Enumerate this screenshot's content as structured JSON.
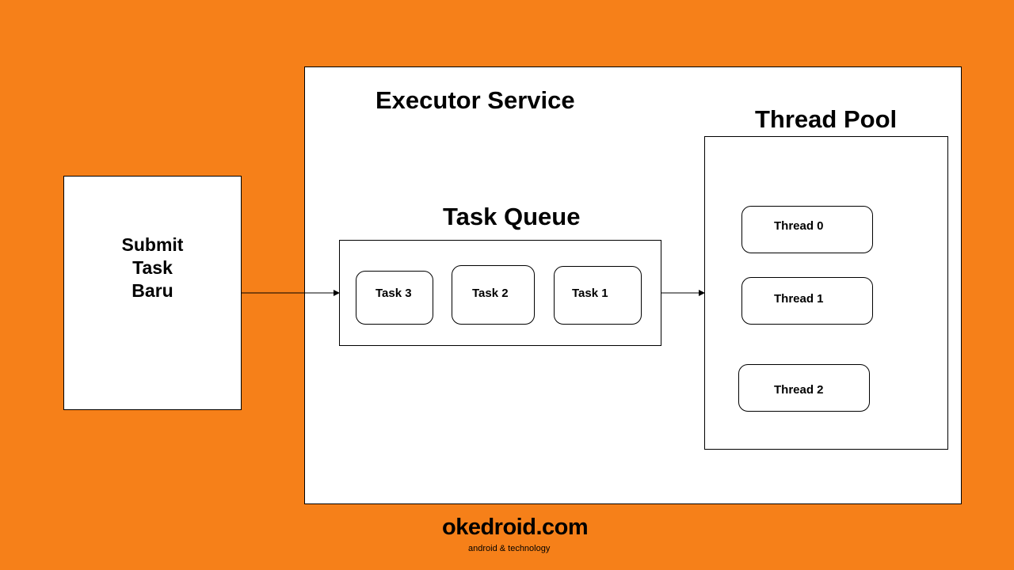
{
  "colors": {
    "background": "#F68019",
    "box": "#FFFFFF",
    "stroke": "#000000"
  },
  "submit": {
    "line1": "Submit",
    "line2": "Task",
    "line3": "Baru"
  },
  "executor": {
    "title": "Executor Service"
  },
  "queue": {
    "title": "Task Queue",
    "tasks": [
      "Task 3",
      "Task 2",
      "Task 1"
    ]
  },
  "pool": {
    "title": "Thread Pool",
    "threads": [
      "Thread 0",
      "Thread 1",
      "Thread 2"
    ]
  },
  "logo": {
    "name": "okedroid.com",
    "tagline": "android & technology"
  }
}
